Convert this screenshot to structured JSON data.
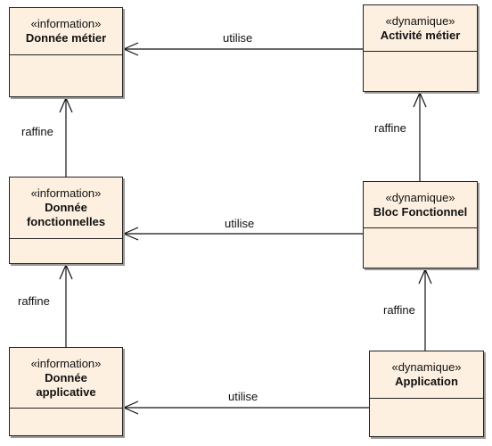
{
  "classes": [
    {
      "id": "donnee_metier",
      "stereotype": "«information»",
      "name": [
        "Donnée métier"
      ]
    },
    {
      "id": "activite_metier",
      "stereotype": "«dynamique»",
      "name": [
        "Activité métier"
      ]
    },
    {
      "id": "donnee_fonctionnelles",
      "stereotype": "«information»",
      "name": [
        "Donnée",
        "fonctionnelles"
      ]
    },
    {
      "id": "bloc_fonctionnel",
      "stereotype": "«dynamique»",
      "name": [
        "Bloc Fonctionnel"
      ]
    },
    {
      "id": "donnee_applicative",
      "stereotype": "«information»",
      "name": [
        "Donnée",
        "applicative"
      ]
    },
    {
      "id": "application",
      "stereotype": "«dynamique»",
      "name": [
        "Application"
      ]
    }
  ],
  "relations": [
    {
      "from": "activite_metier",
      "to": "donnee_metier",
      "label": "utilise"
    },
    {
      "from": "bloc_fonctionnel",
      "to": "donnee_fonctionnelles",
      "label": "utilise"
    },
    {
      "from": "application",
      "to": "donnee_applicative",
      "label": "utilise"
    },
    {
      "from": "donnee_fonctionnelles",
      "to": "donnee_metier",
      "label": "raffine"
    },
    {
      "from": "donnee_applicative",
      "to": "donnee_fonctionnelles",
      "label": "raffine"
    },
    {
      "from": "bloc_fonctionnel",
      "to": "activite_metier",
      "label": "raffine"
    },
    {
      "from": "application",
      "to": "bloc_fonctionnel",
      "label": "raffine"
    }
  ]
}
